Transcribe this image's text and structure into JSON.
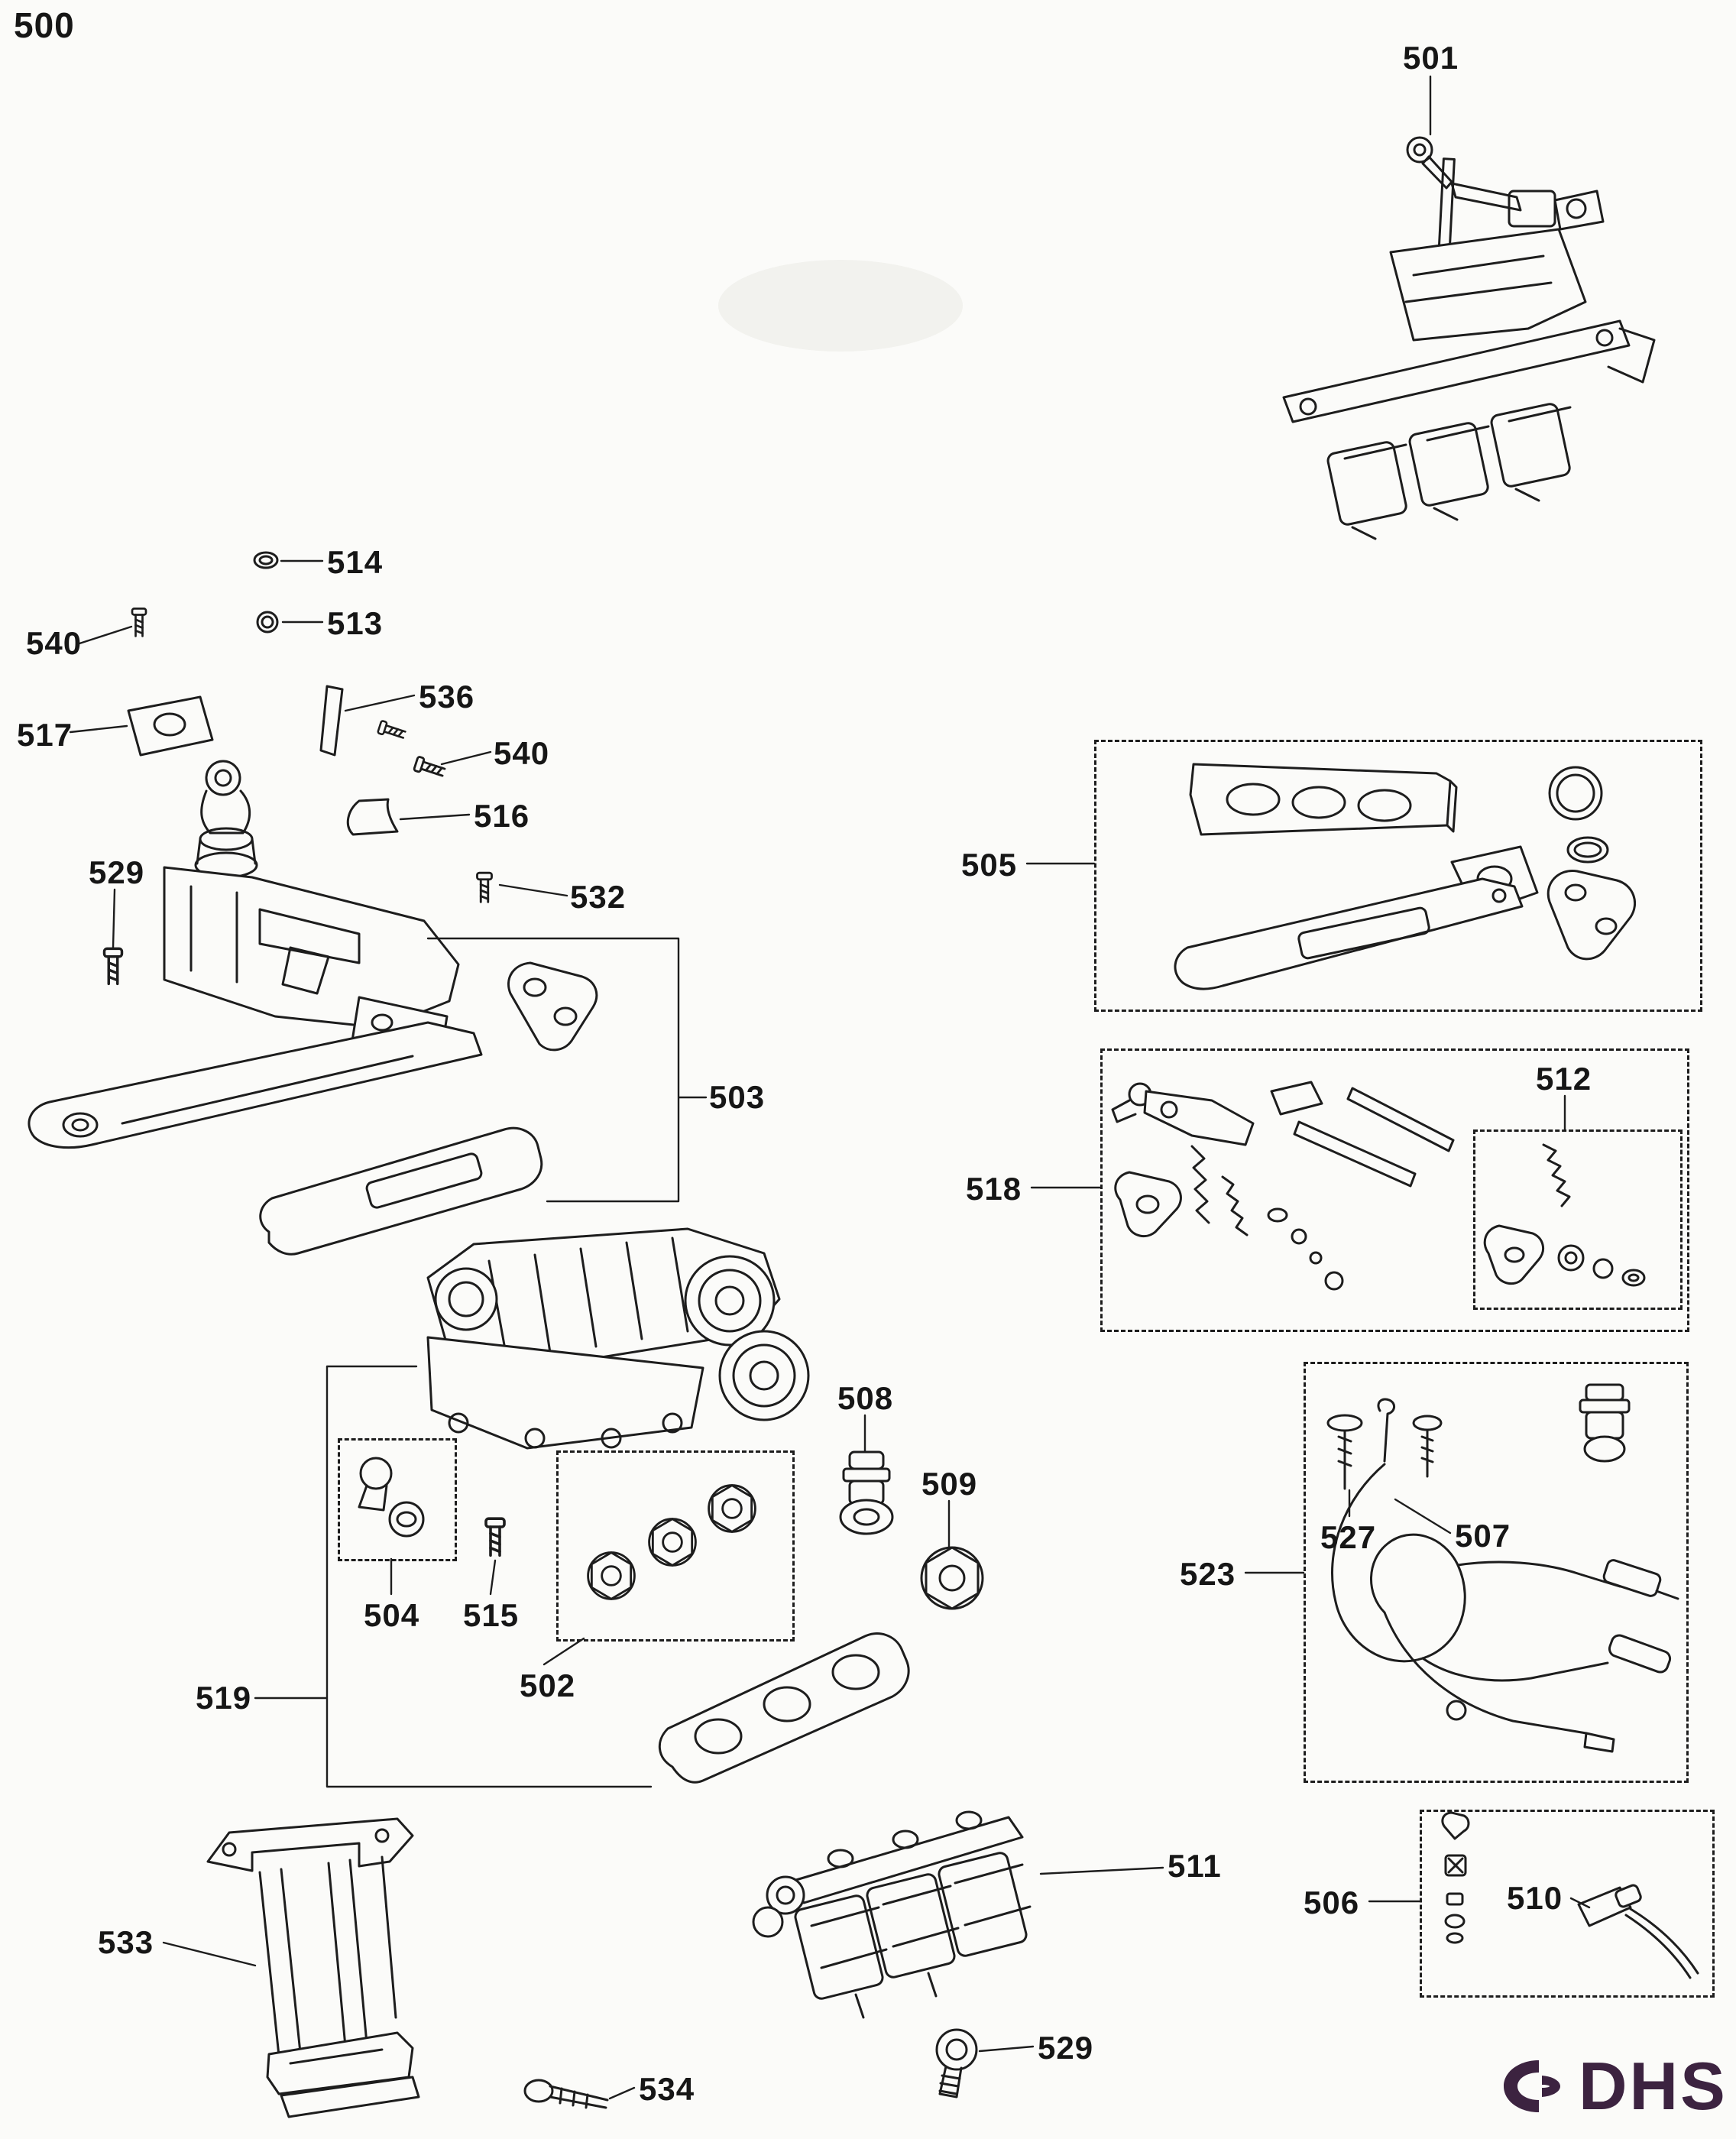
{
  "page": {
    "number": "500"
  },
  "figure": {
    "callouts": {
      "c501": "501",
      "c502": "502",
      "c503": "503",
      "c504": "504",
      "c505": "505",
      "c506": "506",
      "c507": "507",
      "c508": "508",
      "c509": "509",
      "c510": "510",
      "c511": "511",
      "c512": "512",
      "c513": "513",
      "c514": "514",
      "c515": "515",
      "c516": "516",
      "c517": "517",
      "c518": "518",
      "c519": "519",
      "c523": "523",
      "c527": "527",
      "c529_upper": "529",
      "c529_lower": "529",
      "c532": "532",
      "c533": "533",
      "c534": "534",
      "c536": "536",
      "c540_left": "540",
      "c540_right": "540"
    },
    "dashed_group_boxes": [
      "502",
      "504",
      "505",
      "506",
      "512",
      "518",
      "523"
    ]
  },
  "colors": {
    "ink": "#1d1d1d",
    "background": "#fbfbf9",
    "logo": "#3c2340"
  },
  "logo": {
    "text": "DHS",
    "mark": "dhs-double-horseshoe-mark"
  }
}
